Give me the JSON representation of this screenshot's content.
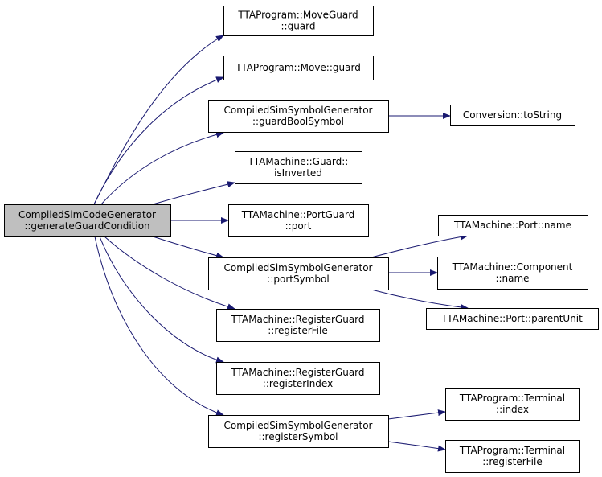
{
  "colors": {
    "edge": "#191970",
    "node_fill": "#ffffff",
    "root_fill": "#bfbfbf",
    "border": "#000000"
  },
  "nodes": [
    {
      "id": "root",
      "lines": [
        "CompiledSimCodeGenerator",
        "::generateGuardCondition"
      ],
      "root": true
    },
    {
      "id": "moveguard-guard",
      "lines": [
        "TTAProgram::MoveGuard",
        "::guard"
      ]
    },
    {
      "id": "move-guard",
      "lines": [
        "TTAProgram::Move::guard"
      ]
    },
    {
      "id": "guardboolsymbol",
      "lines": [
        "CompiledSimSymbolGenerator",
        "::guardBoolSymbol"
      ]
    },
    {
      "id": "tostring",
      "lines": [
        "Conversion::toString"
      ]
    },
    {
      "id": "isinverted",
      "lines": [
        "TTAMachine::Guard::",
        "isInverted"
      ]
    },
    {
      "id": "portguard-port",
      "lines": [
        "TTAMachine::PortGuard",
        "::port"
      ]
    },
    {
      "id": "portsymbol",
      "lines": [
        "CompiledSimSymbolGenerator",
        "::portSymbol"
      ]
    },
    {
      "id": "port-name",
      "lines": [
        "TTAMachine::Port::name"
      ]
    },
    {
      "id": "component-name",
      "lines": [
        "TTAMachine::Component",
        "::name"
      ]
    },
    {
      "id": "port-parentunit",
      "lines": [
        "TTAMachine::Port::parentUnit"
      ]
    },
    {
      "id": "registerguard-registerfile",
      "lines": [
        "TTAMachine::RegisterGuard",
        "::registerFile"
      ]
    },
    {
      "id": "registerguard-registerindex",
      "lines": [
        "TTAMachine::RegisterGuard",
        "::registerIndex"
      ]
    },
    {
      "id": "registersymbol",
      "lines": [
        "CompiledSimSymbolGenerator",
        "::registerSymbol"
      ]
    },
    {
      "id": "terminal-index",
      "lines": [
        "TTAProgram::Terminal",
        "::index"
      ]
    },
    {
      "id": "terminal-registerfile",
      "lines": [
        "TTAProgram::Terminal",
        "::registerFile"
      ]
    }
  ],
  "edges": [
    {
      "from": "root",
      "to": "moveguard-guard"
    },
    {
      "from": "root",
      "to": "move-guard"
    },
    {
      "from": "root",
      "to": "guardboolsymbol"
    },
    {
      "from": "root",
      "to": "isinverted"
    },
    {
      "from": "root",
      "to": "portguard-port"
    },
    {
      "from": "root",
      "to": "portsymbol"
    },
    {
      "from": "root",
      "to": "registerguard-registerfile"
    },
    {
      "from": "root",
      "to": "registerguard-registerindex"
    },
    {
      "from": "root",
      "to": "registersymbol"
    },
    {
      "from": "guardboolsymbol",
      "to": "tostring"
    },
    {
      "from": "portsymbol",
      "to": "port-name"
    },
    {
      "from": "portsymbol",
      "to": "component-name"
    },
    {
      "from": "portsymbol",
      "to": "port-parentunit"
    },
    {
      "from": "registersymbol",
      "to": "terminal-index"
    },
    {
      "from": "registersymbol",
      "to": "terminal-registerfile"
    }
  ]
}
